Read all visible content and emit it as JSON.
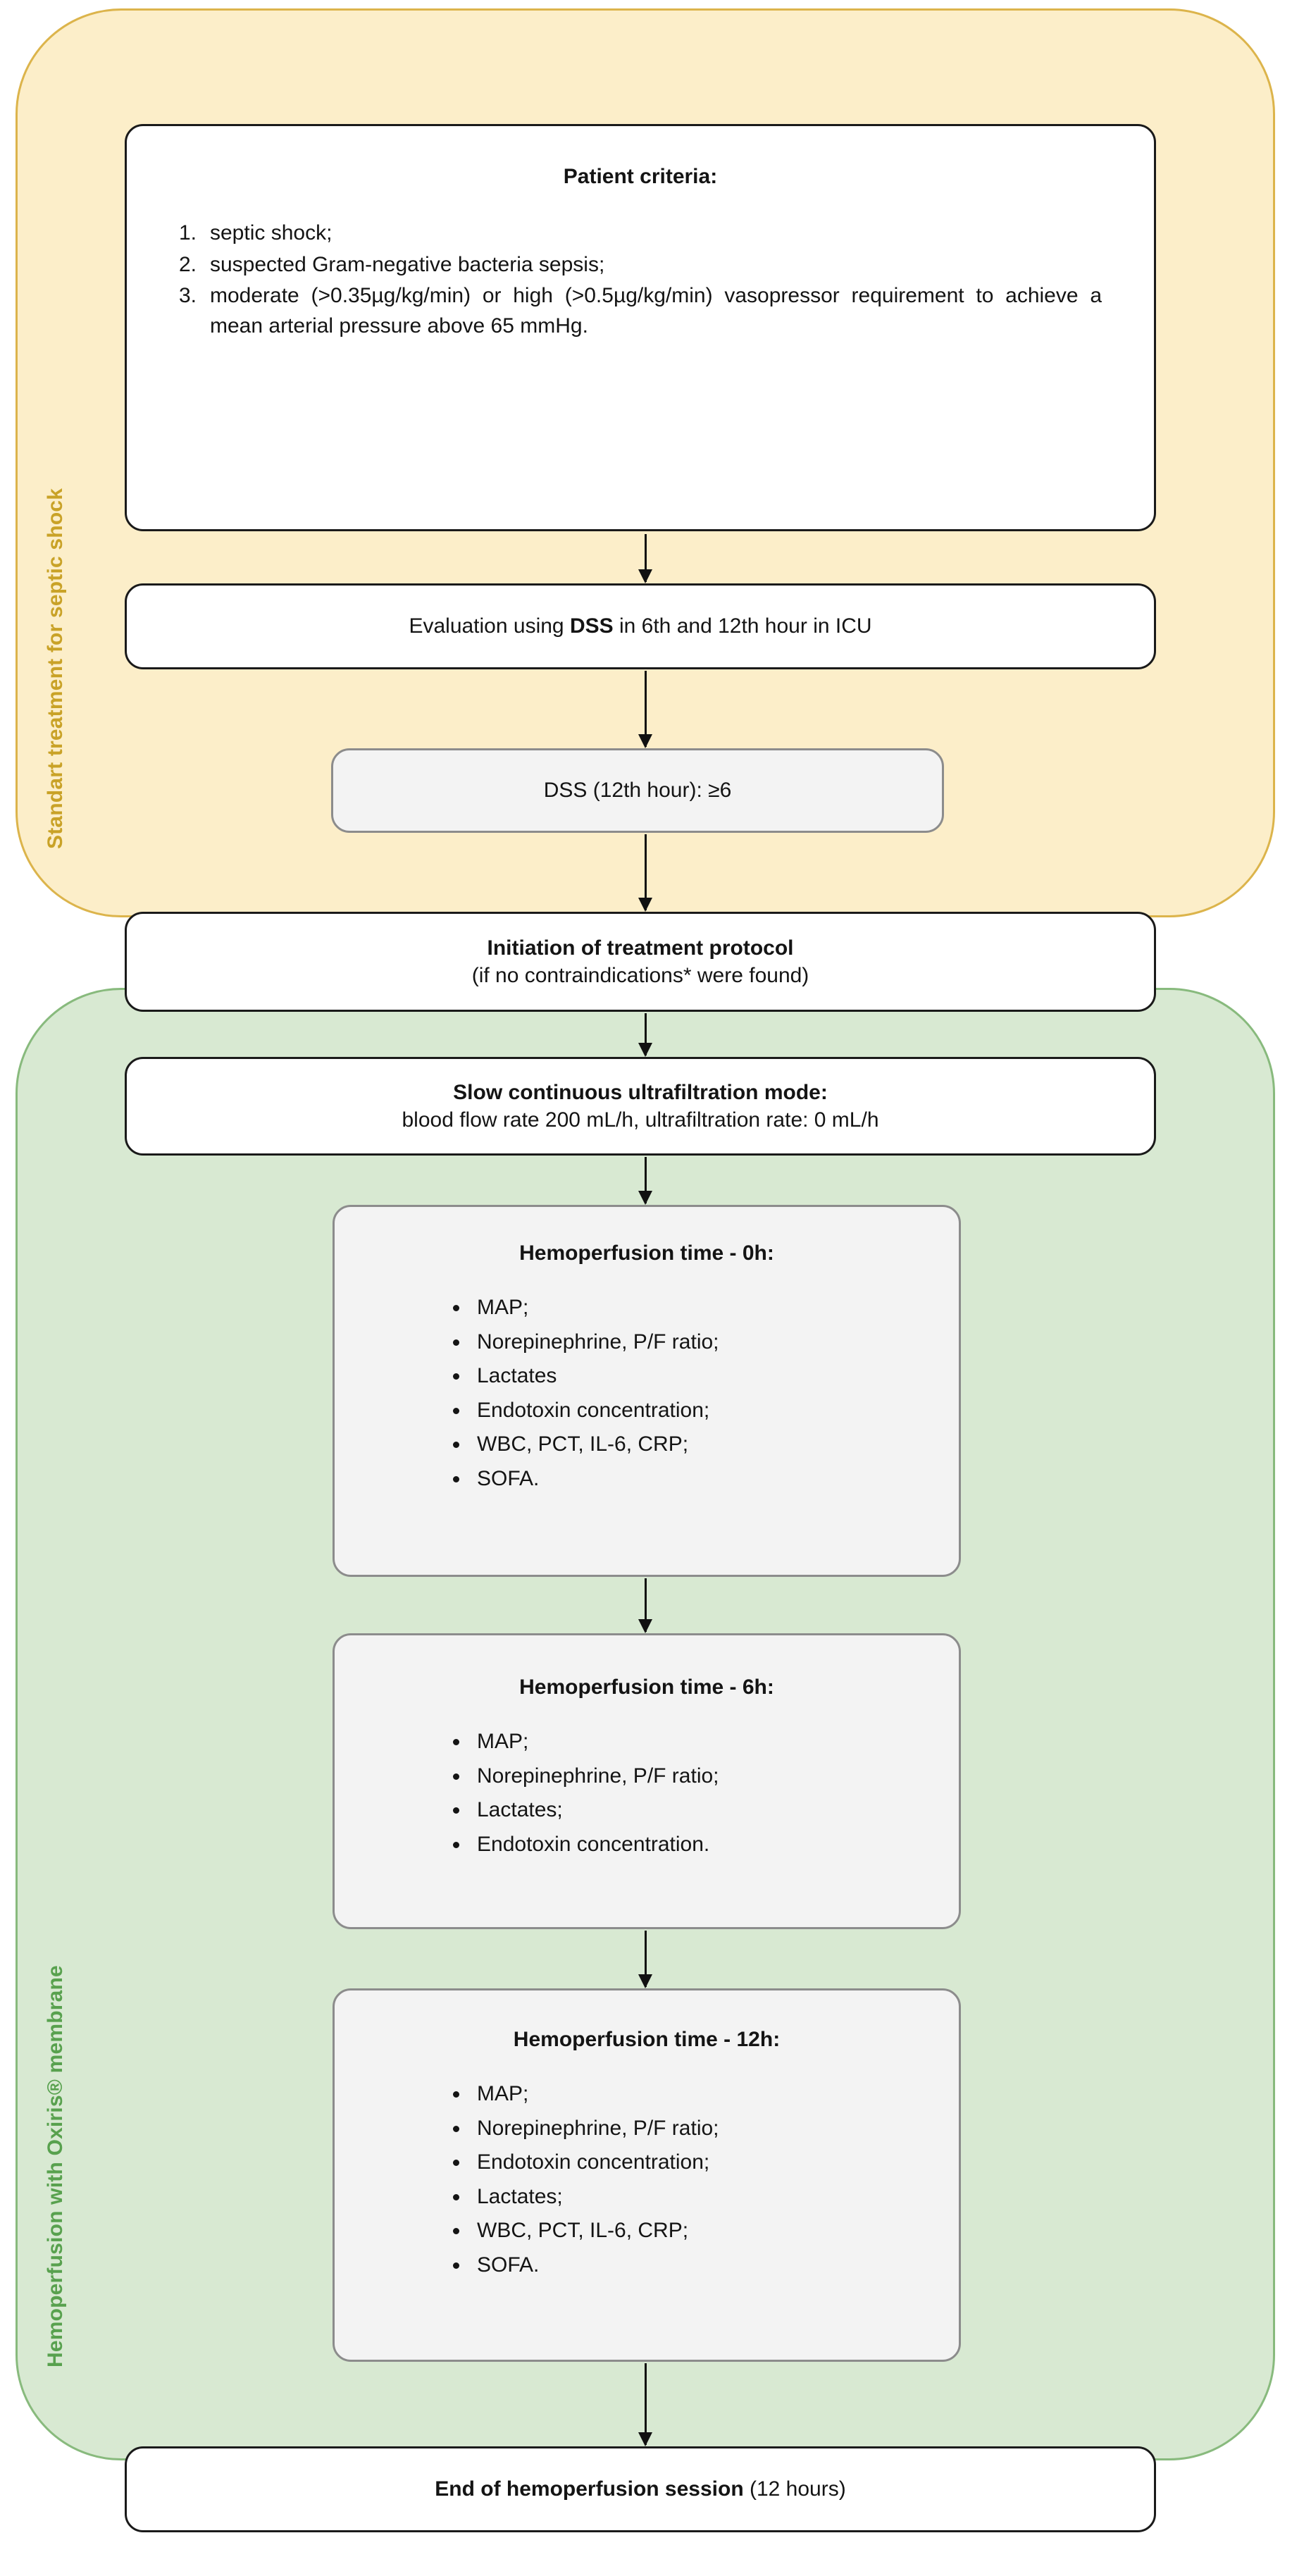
{
  "phases": [
    {
      "label": "Standart treatment for septic shock",
      "color": "#c9a227",
      "band_fill": "#fceec9"
    },
    {
      "label": "Hemoperfusion with Oxiris® membrane",
      "color": "#58a14e",
      "band_fill": "#d8e9d2"
    }
  ],
  "nodes": {
    "patient_criteria": {
      "title": "Patient criteria:",
      "items": [
        {
          "num": "1.",
          "text": "septic shock;"
        },
        {
          "num": "2.",
          "text": "suspected Gram-negative bacteria sepsis;"
        },
        {
          "num": "3.",
          "text": "moderate (>0.35µg/kg/min) or high (>0.5µg/kg/min) vasopressor requirement to achieve a mean arterial pressure above 65 mmHg."
        }
      ]
    },
    "evaluation": {
      "prefix": "Evaluation using ",
      "bold": "DSS",
      "suffix": " in 6th and 12th hour in ICU"
    },
    "dss_decision": {
      "text": "DSS (12th hour): ≥6"
    },
    "initiation": {
      "title": "Initiation of treatment protocol",
      "subtitle": "(if no contraindications* were found)"
    },
    "scuf_mode": {
      "title": "Slow continuous ultrafiltration mode:",
      "subtitle": "blood flow rate 200 mL/h, ultrafiltration rate: 0 mL/h"
    },
    "hemoperfusion_0h": {
      "title": "Hemoperfusion time - 0h:",
      "items": [
        "MAP;",
        "Norepinephrine, P/F ratio;",
        "Lactates",
        "Endotoxin concentration;",
        "WBC, PCT, IL-6, CRP;",
        "SOFA."
      ]
    },
    "hemoperfusion_6h": {
      "title": "Hemoperfusion time - 6h:",
      "items": [
        "MAP;",
        "Norepinephrine, P/F ratio;",
        "Lactates;",
        "Endotoxin concentration."
      ]
    },
    "hemoperfusion_12h": {
      "title": "Hemoperfusion time - 12h:",
      "items": [
        "MAP;",
        "Norepinephrine, P/F ratio;",
        "Endotoxin concentration;",
        "Lactates;",
        "WBC, PCT, IL-6, CRP;",
        "SOFA."
      ]
    },
    "session_end": {
      "bold": "End of hemoperfusion session",
      "rest": " (12 hours)"
    }
  }
}
